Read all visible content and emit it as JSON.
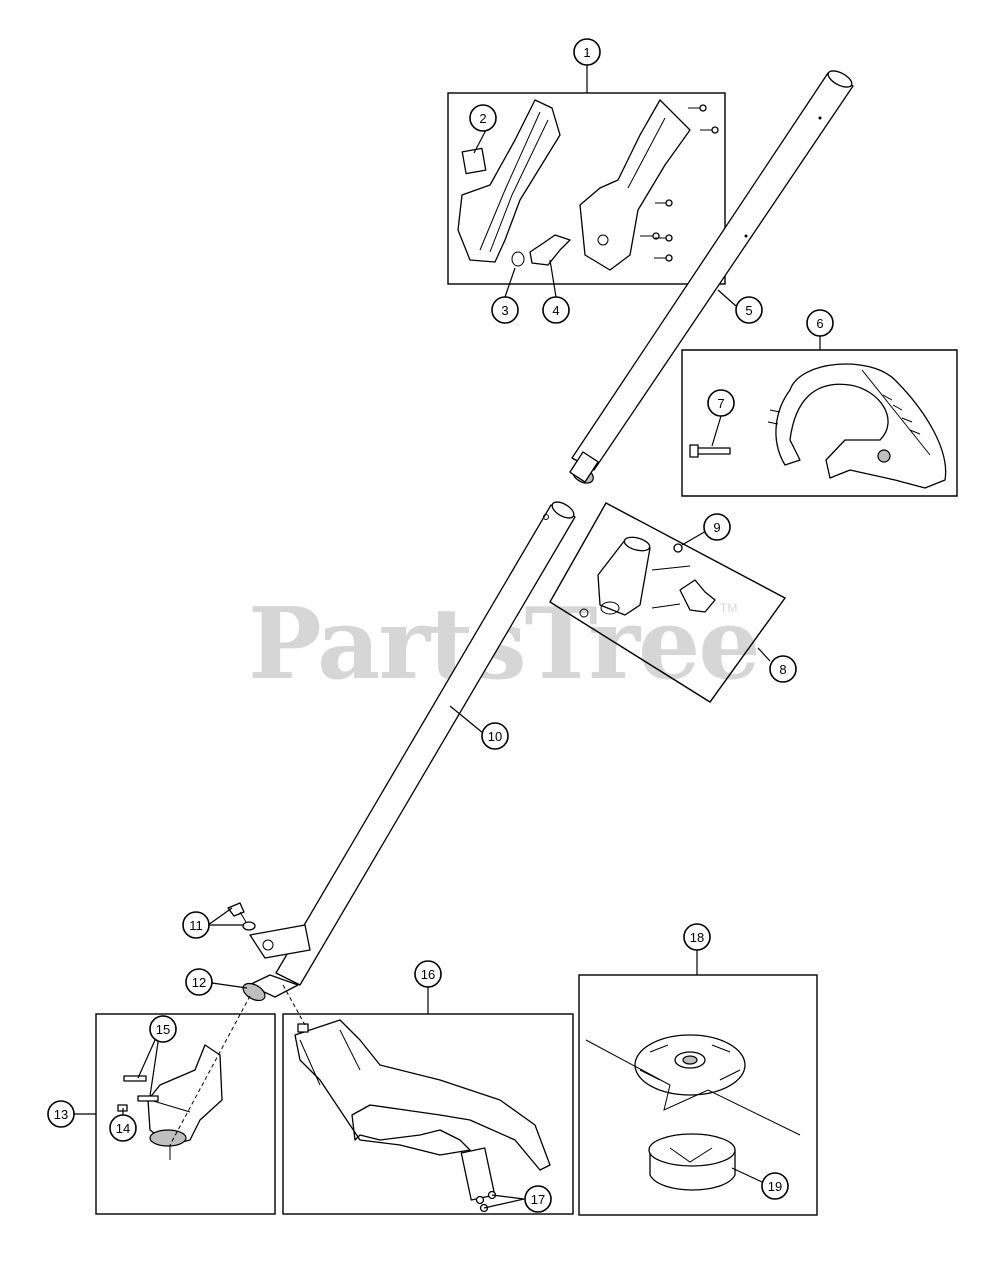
{
  "watermark": {
    "text": "PartsTree",
    "tm": "TM"
  },
  "callouts": [
    {
      "id": "c1",
      "label": "1"
    },
    {
      "id": "c2",
      "label": "2"
    },
    {
      "id": "c3",
      "label": "3"
    },
    {
      "id": "c4",
      "label": "4"
    },
    {
      "id": "c5",
      "label": "5"
    },
    {
      "id": "c6",
      "label": "6"
    },
    {
      "id": "c7",
      "label": "7"
    },
    {
      "id": "c8",
      "label": "8"
    },
    {
      "id": "c9",
      "label": "9"
    },
    {
      "id": "c10",
      "label": "10"
    },
    {
      "id": "c11",
      "label": "11"
    },
    {
      "id": "c12",
      "label": "12"
    },
    {
      "id": "c13",
      "label": "13"
    },
    {
      "id": "c14",
      "label": "14"
    },
    {
      "id": "c15",
      "label": "15"
    },
    {
      "id": "c16",
      "label": "16"
    },
    {
      "id": "c17",
      "label": "17"
    },
    {
      "id": "c18",
      "label": "18"
    },
    {
      "id": "c19",
      "label": "19"
    }
  ]
}
